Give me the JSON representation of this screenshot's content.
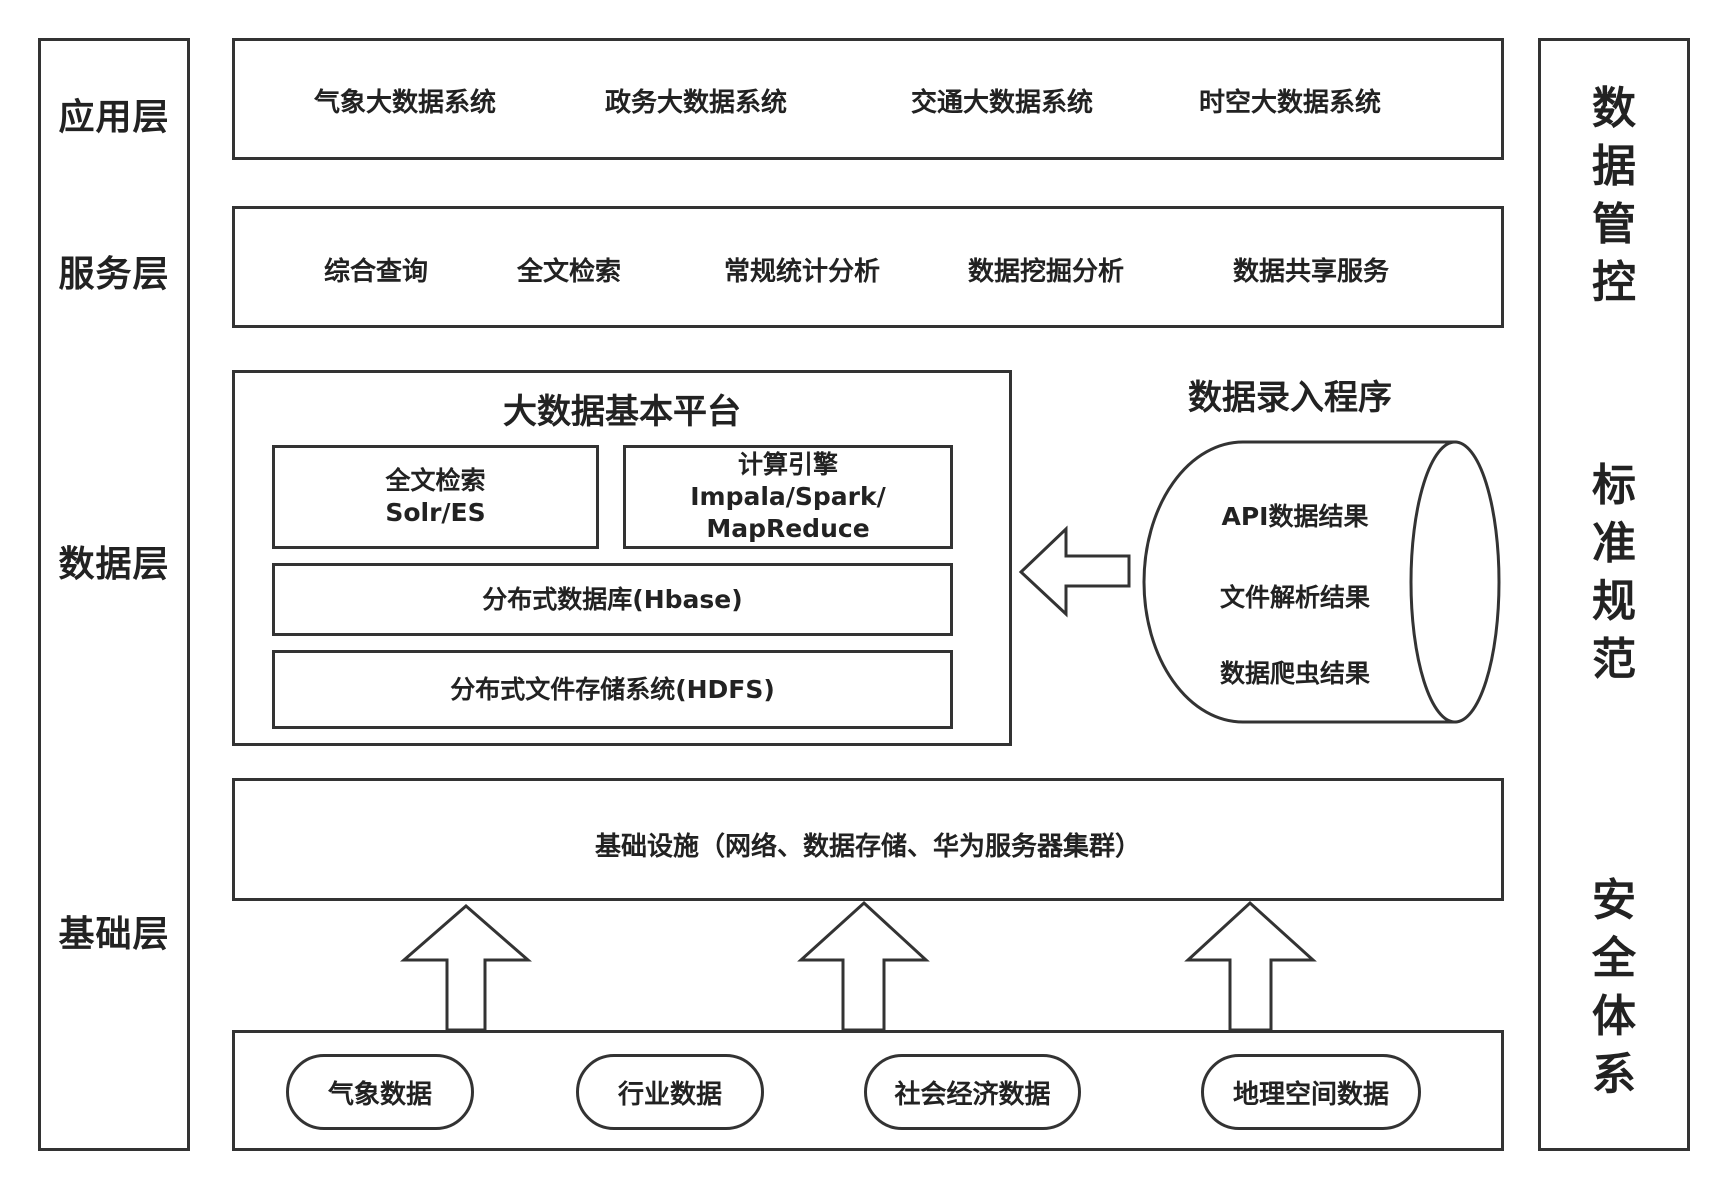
{
  "layers": {
    "application": "应用层",
    "service": "服务层",
    "data": "数据层",
    "foundation": "基础层"
  },
  "application_items": [
    "气象大数据系统",
    "政务大数据系统",
    "交通大数据系统",
    "时空大数据系统"
  ],
  "service_items": [
    "综合查询",
    "全文检索",
    "常规统计分析",
    "数据挖掘分析",
    "数据共享服务"
  ],
  "platform": {
    "title": "大数据基本平台",
    "search_box": {
      "line1": "全文检索",
      "line2": "Solr/ES"
    },
    "compute_box": {
      "line1": "计算引擎",
      "line2": "Impala/Spark/",
      "line3": "MapReduce"
    },
    "hbase": "分布式数据库(Hbase)",
    "hdfs": "分布式文件存储系统(HDFS)"
  },
  "data_entry": {
    "title": "数据录入程序",
    "items": [
      "API数据结果",
      "文件解析结果",
      "数据爬虫结果"
    ]
  },
  "infrastructure": "基础设施（网络、数据存储、华为服务器集群）",
  "sources": [
    "气象数据",
    "行业数据",
    "社会经济数据",
    "地理空间数据"
  ],
  "right_column": {
    "data_control": [
      "数",
      "据",
      "管",
      "控"
    ],
    "standards": [
      "标",
      "准",
      "规",
      "范"
    ],
    "security": [
      "安",
      "全",
      "体",
      "系"
    ]
  }
}
